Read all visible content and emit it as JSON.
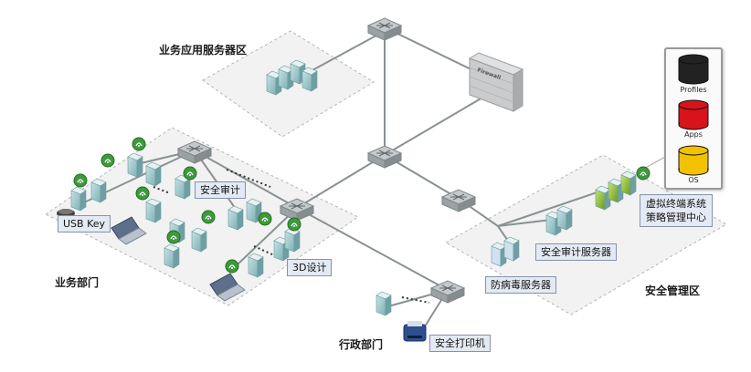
{
  "zones": {
    "app_servers": "业务应用服务器区",
    "business": "业务部门",
    "admin": "行政部门",
    "security": "安全管理区"
  },
  "firewall_label": "Firewall",
  "tags": {
    "usb_key": "USB Key",
    "audit": "安全审计",
    "design_3d": "3D设计",
    "audit_server": "安全审计服务器",
    "antivirus_server": "防病毒服务器",
    "secure_printer": "安全打印机",
    "vdi_center_line1": "虚拟终端系统",
    "vdi_center_line2": "策略管理中心"
  },
  "legend": {
    "items": [
      {
        "label": "Profiles",
        "color": "#222222"
      },
      {
        "label": "Apps",
        "color": "#d7141a"
      },
      {
        "label": "OS",
        "color": "#f2c200"
      }
    ]
  },
  "colors": {
    "zone_fill": "#f2f2f2",
    "zone_border": "#b4b4b4",
    "link": "#8a9193",
    "switch": "#a9b1b3",
    "terminal": "#9cc5c9",
    "wireless_badge": "#3e9a3c",
    "vdi_server": "#9ccc3a",
    "firewall": "#c9cbcc"
  }
}
